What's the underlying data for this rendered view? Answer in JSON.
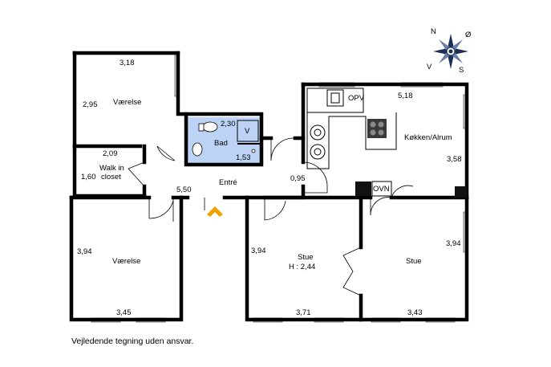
{
  "rooms": {
    "vaerelse_top": {
      "name": "Værelse",
      "width": "3,18",
      "depth": "2,95"
    },
    "walkin": {
      "name_line1": "Walk in",
      "name_line2": "closet",
      "width": "2,09",
      "depth": "1,60"
    },
    "bad": {
      "name": "Bad",
      "width": "2,30",
      "depth": "1,53",
      "v_label": "V"
    },
    "entre": {
      "name": "Entré",
      "width": "5,50",
      "door": "0,95"
    },
    "kokken": {
      "name": "Køkken/Alrum",
      "width": "5,18",
      "depth": "3,58",
      "opv": "OPV",
      "ovn": "OVN"
    },
    "vaerelse_bottom": {
      "name": "Værelse",
      "width": "3,45",
      "depth": "3,94"
    },
    "stue_left": {
      "name": "Stue",
      "height_note": "H : 2,44",
      "width": "3,71",
      "depth": "3,94"
    },
    "stue_right": {
      "name": "Stue",
      "width": "3,43",
      "depth": "3,94"
    }
  },
  "compass": {
    "n": "N",
    "o": "Ø",
    "s": "S",
    "v": "V"
  },
  "colors": {
    "bathroom_floor": "#bcd3f5",
    "entrance_arrow": "#f0a000",
    "walls": "#000000"
  },
  "disclaimer": "Vejledende tegning uden ansvar."
}
